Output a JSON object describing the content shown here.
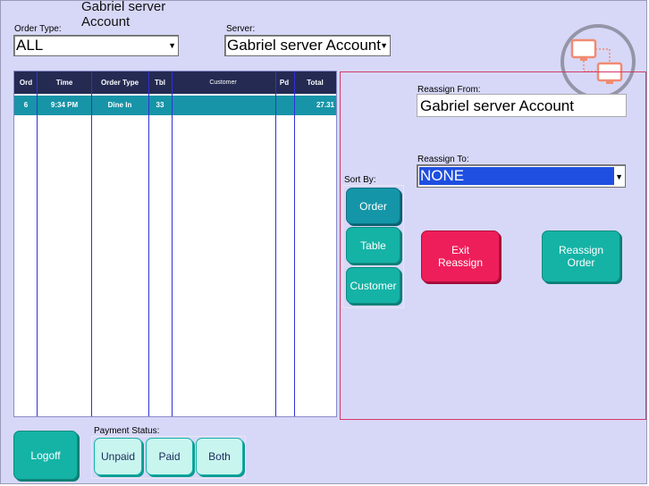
{
  "header": {
    "order_type_label": "Order Type:",
    "order_type_value": "ALL",
    "server_title": "Gabriel server Account",
    "server_label": "Server:",
    "server_value": "Gabriel server  Account"
  },
  "grid": {
    "columns": [
      "Ord",
      "Time",
      "Order Type",
      "Tbl",
      "Customer",
      "Pd",
      "Total"
    ],
    "rows": [
      {
        "ord": "6",
        "time": "9:34 PM",
        "order_type": "Dine In",
        "tbl": "33",
        "customer": "",
        "pd": "",
        "total": "27.31"
      }
    ]
  },
  "sort": {
    "label": "Sort By:",
    "buttons": [
      "Order",
      "Table",
      "Customer"
    ],
    "selected": "Order"
  },
  "reassign": {
    "from_label": "Reassign From:",
    "from_value": "Gabriel server  Account",
    "to_label": "Reassign To:",
    "to_value": "NONE",
    "exit_label": "Exit\nReassign",
    "reassign_label": "Reassign\nOrder"
  },
  "footer": {
    "logoff_label": "Logoff",
    "payment_status_label": "Payment Status:",
    "payment_buttons": [
      "Unpaid",
      "Paid",
      "Both"
    ]
  },
  "icons": {
    "network": "network-computers-icon"
  },
  "colors": {
    "background": "#d7d8f8",
    "grid_header": "#242a52",
    "selected_row": "#1794a8",
    "teal": "#14b3a6",
    "red": "#ee1e5a",
    "dropdown_highlight": "#1f4fe0"
  }
}
